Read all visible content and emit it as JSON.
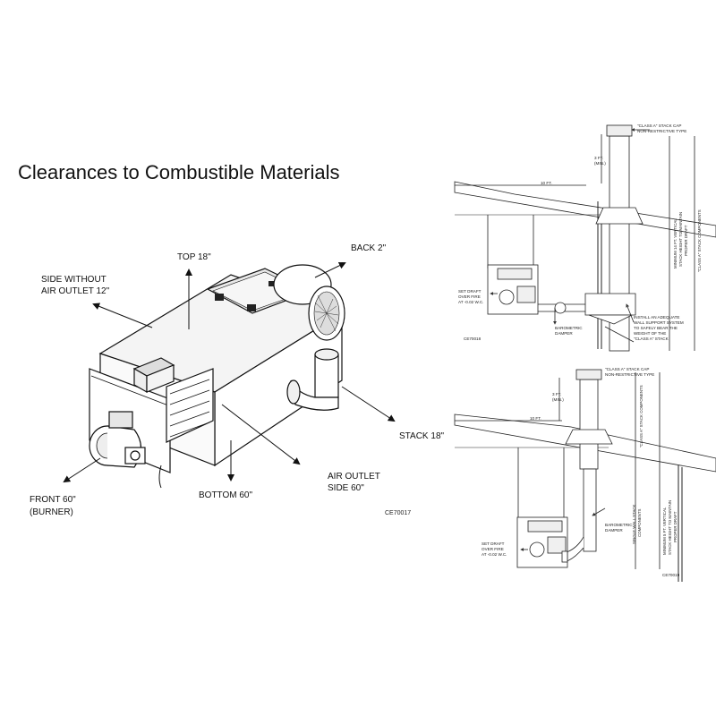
{
  "title": "Clearances to Combustible Materials",
  "clearances": {
    "top": "TOP 18\"",
    "back": "BACK 2\"",
    "side_without_outlet_line1": "SIDE WITHOUT",
    "side_without_outlet_line2": "AIR OUTLET 12\"",
    "stack": "STACK 18\"",
    "air_outlet_side_line1": "AIR OUTLET",
    "air_outlet_side_line2": "SIDE 60\"",
    "bottom": "BOTTOM 60\"",
    "front_line1": "FRONT 60\"",
    "front_line2": "(BURNER)"
  },
  "main_figure_code": "CE70017",
  "top_detail": {
    "stack_cap_line1": "\"CLASS A\" STACK CAP",
    "stack_cap_line2": "NON-RESTRICTIVE TYPE",
    "height_3ft": "3 FT.",
    "height_min": "(MIN.)",
    "distance_10ft": "10 FT.",
    "vertical_stack_1": "MINIMUM 14 FT. VERTICAL",
    "vertical_stack_2": "STACK HEIGHT TO MAINTAIN",
    "vertical_stack_3": "PROPER DRAFT",
    "class_a_components": "\"CLASS A\" STACK COMPONENTS",
    "set_draft_1": "SET DRAFT",
    "set_draft_2": "OVER FIRE",
    "set_draft_3": "AT -0.02 W.C.",
    "barometric_1": "BAROMETRIC",
    "barometric_2": "DAMPER",
    "wall_support_1": "INSTALL AN ADEQUATE",
    "wall_support_2": "WALL SUPPORT SYSTEM",
    "wall_support_3": "TO SAFELY BEAR THE",
    "wall_support_4": "WEIGHT OF THE",
    "wall_support_5": "\"CLASS A\" STACK",
    "figure_code": "CE70018"
  },
  "bottom_detail": {
    "stack_cap_line1": "\"CLASS A\" STACK CAP",
    "stack_cap_line2": "NON-RESTRICTIVE TYPE",
    "height_3ft": "3 FT.",
    "height_min": "(MIN.)",
    "distance_10ft": "10 FT.",
    "class_a_components": "\"CLASS A\" STACK COMPONENTS",
    "single_wall_1": "SINGLE WALL STACK",
    "single_wall_2": "COMPONENTS",
    "vertical_stack_1": "MINIMUM 5 FT. VERTICAL",
    "vertical_stack_2": "STACK HEIGHT TO MAINTAIN",
    "vertical_stack_3": "PROPER DRAFT",
    "set_draft_1": "SET DRAFT",
    "set_draft_2": "OVER FIRE",
    "set_draft_3": "AT -0.02 W.C.",
    "barometric_1": "BAROMETRIC",
    "barometric_2": "DAMPER",
    "figure_code": "CE70019"
  }
}
